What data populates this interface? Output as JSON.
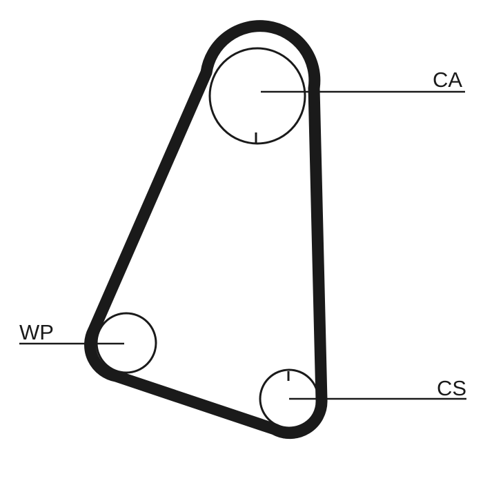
{
  "diagram": {
    "colors": {
      "belt": "#1a1a1a",
      "pulley": "#1a1a1a",
      "leader": "#1a1a1a",
      "background": "#ffffff"
    },
    "labels": {
      "ca": "CA",
      "wp": "WP",
      "cs": "CS"
    }
  }
}
